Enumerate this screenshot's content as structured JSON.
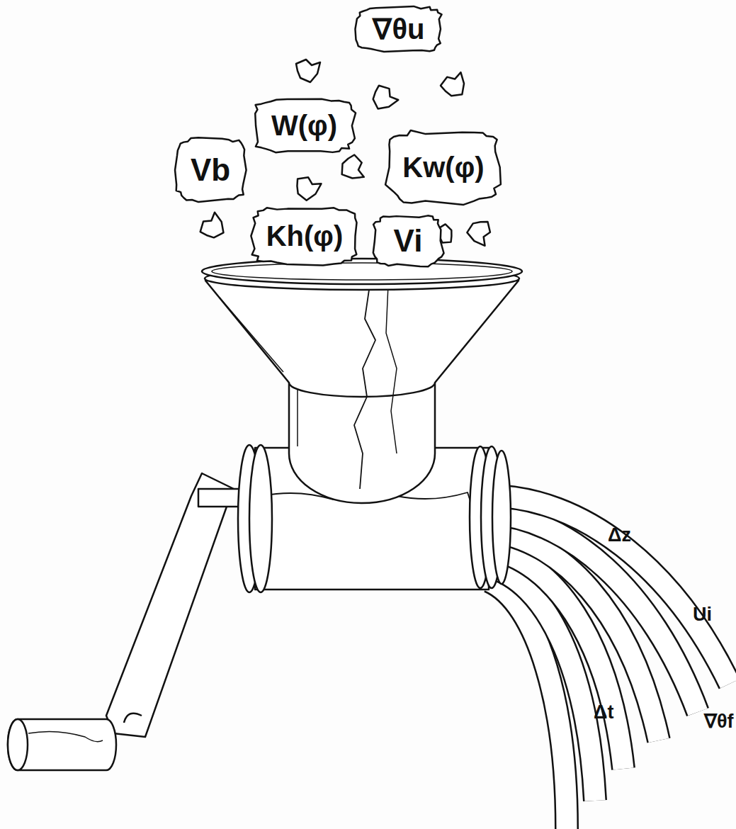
{
  "diagram": {
    "nodes": [
      {
        "text": [
          "∇θu"
        ]
      },
      {
        "text": [
          "W(φ)"
        ]
      },
      {
        "text": [
          "Vb"
        ]
      },
      {
        "text": [
          "Kw(φ)"
        ]
      },
      {
        "text": [
          "Kh(φ)"
        ]
      },
      {
        "text": [
          "Vi"
        ]
      }
    ],
    "labels": [
      "Δz",
      "Ui",
      "∇θf",
      "Δt"
    ]
  }
}
